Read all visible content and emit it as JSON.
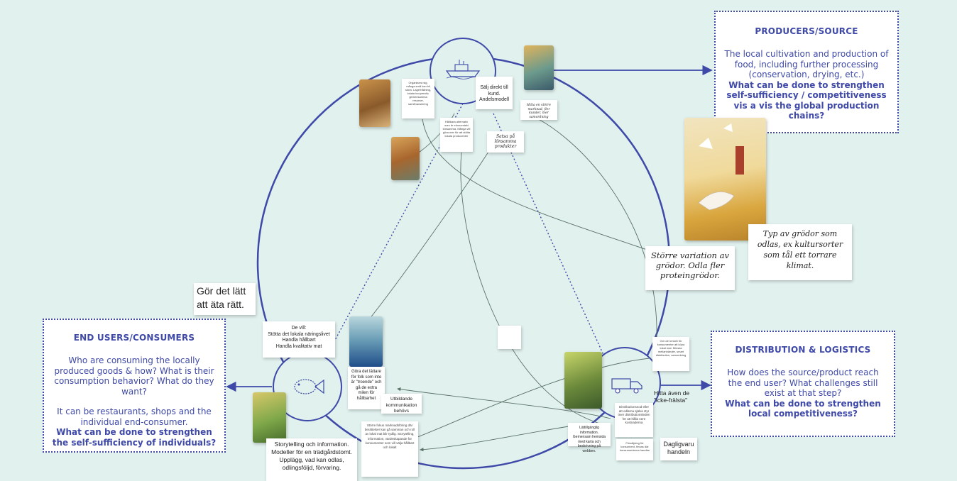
{
  "boxes": {
    "producers": {
      "title": "PRODUCERS/SOURCE",
      "text": "The local cultivation and production of food, including further processing (conservation, drying, etc.)",
      "question": "What can be done to strengthen self-sufficiency / competitiveness vis a vis the global production chains?"
    },
    "end_users": {
      "title": "END USERS/CONSUMERS",
      "text": "Who are consuming the locally produced goods & how? What is their consumption behavior? What do they want?",
      "text2": "It can be restaurants, shops and the individual end-consumer.",
      "question": "What can be done to strengthen the self-sufficiency of individuals?"
    },
    "distribution": {
      "title": "DISTRIBUTION & LOGISTICS",
      "text": "How does the source/product reach the end user? What challenges still exist at that step?",
      "question": "What can be done to strengthen local competitiveness?"
    }
  },
  "notes": {
    "gor_det_latt": "Gör det lätt att äta rätt.",
    "sell_direct": "Sälj direkt till kund. Andelsmodell",
    "satsa_pa": "Satsa på lönsamma produkter",
    "hand_top": "Hitta en större marknad, fler kunder, mer samordning",
    "storre_variation": "Större variation av grödor. Odla fler proteingrödor.",
    "typ_av_grodor": "Typ av grödor som odlas, ex kultursorter som tål ett torrare klimat.",
    "de_vill": "De vill:\nStötta det lokala näringslivet\nHandla hållbart\nHandla kvalitativ mat",
    "gora_det_lattare": "Göra det lättare för folk som inte är \"troende\" och gå de extra milen för hållbarhet",
    "utbildande": "Utbildande kommunikation behövs",
    "storytelling": "Storytelling och information. Modeller för en trädgårdstomt. Upplägg, vad kan odlas, odlingsföljd, förvaring.",
    "lattillganglig": "Lättillgänglig information. Gemensam hemsida med karta och beskrivning på webben.",
    "hitta_aven": "Hitta även de \"icke-frälsta\"",
    "dagligvaru": "Dagligvaru handeln",
    "tiny_org": "Organisera sig, många små kan bli stora. Lagerhållning, lokala kooperativ, gemensamma resurser, samfinansiering",
    "tiny_mid": "Hållbara alternativ som är ekonomiskt lönsamma. Många vill göra mer för att stötta lokala producenter",
    "tiny_dist1": "Gör det enkelt för konsumenter att köpa lokal mat. Minska mellanhänder, smart distribution, samordning",
    "tiny_dist2": "Distributionsnod eller att odlarna själva styr över distributionsleden för att hålla nere kostnaderna",
    "tiny_dist3": "Försäljning för konsument, finnas där konsumenterna handlar",
    "tiny_bottom": "Större fokus marknadsföring där berättelser kan gå samman och roll av lokal mat blir tydlig. Storytelling, information, värdeskapande för konsumenter som vill välja hållbart och lokalt"
  },
  "colors": {
    "background": "#e1f1ee",
    "accent": "#3e49a8",
    "line": "#5a7268"
  },
  "icons": {
    "boat": "boat-icon",
    "truck": "truck-icon",
    "fish": "fish-icon"
  }
}
